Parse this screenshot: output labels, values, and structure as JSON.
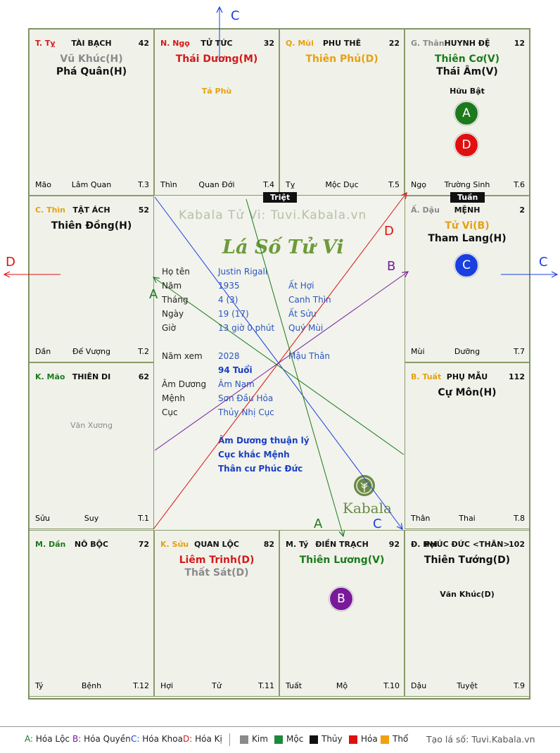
{
  "cells": {
    "ty": {
      "header": "T. Tỵ",
      "header_color": "#d21a1a",
      "palace": "TÀI BẠCH",
      "number": "42",
      "stars": [
        {
          "name": "Vũ Khúc(H)",
          "color": "#8a8a8a"
        },
        {
          "name": "Phá Quân(H)",
          "color": "#111111"
        }
      ],
      "minor": [],
      "foot_left": "Mão",
      "foot_mid": "Lâm Quan",
      "foot_right": "T.3"
    },
    "ngo": {
      "header": "N. Ngọ",
      "header_color": "#d21a1a",
      "palace": "TỬ TỨC",
      "number": "32",
      "stars": [
        {
          "name": "Thái Dương(M)",
          "color": "#d21a1a"
        }
      ],
      "minor": [
        {
          "name": "Tả Phù",
          "color": "#e8a010"
        }
      ],
      "foot_left": "Thìn",
      "foot_mid": "Quan Đới",
      "foot_right": "T.4"
    },
    "mui": {
      "header": "Q. Mùi",
      "header_color": "#e8a010",
      "palace": "PHU THÊ",
      "number": "22",
      "stars": [
        {
          "name": "Thiên Phủ(D)",
          "color": "#e8a010"
        }
      ],
      "minor": [],
      "foot_left": "Tỵ",
      "foot_mid": "Mộc Dục",
      "foot_right": "T.5"
    },
    "than": {
      "header": "G. Thân",
      "header_color": "#8a8a8a",
      "palace": "HUYNH ĐỆ",
      "number": "12",
      "stars": [
        {
          "name": "Thiên Cơ(V)",
          "color": "#1c7a1c"
        },
        {
          "name": "Thái Âm(V)",
          "color": "#111111"
        }
      ],
      "minor": [
        {
          "name": "Hữu Bật",
          "color": "#111111"
        }
      ],
      "foot_left": "Ngọ",
      "foot_mid": "Trường Sinh",
      "foot_right": "T.6"
    },
    "thin": {
      "header": "C. Thìn",
      "header_color": "#e8a010",
      "palace": "TẬT ÁCH",
      "number": "52",
      "stars": [
        {
          "name": "Thiên Đồng(H)",
          "color": "#111111"
        }
      ],
      "minor": [],
      "foot_left": "Dần",
      "foot_mid": "Đế Vượng",
      "foot_right": "T.2"
    },
    "dau": {
      "header": "Ấ. Dậu",
      "header_color": "#8a8a8a",
      "palace": "MỆNH",
      "number": "2",
      "stars": [
        {
          "name": "Tử Vi(B)",
          "color": "#e8a010"
        },
        {
          "name": "Tham Lang(H)",
          "color": "#111111"
        }
      ],
      "minor": [],
      "foot_left": "Mùi",
      "foot_mid": "Dưỡng",
      "foot_right": "T.7"
    },
    "mao": {
      "header": "K. Mão",
      "header_color": "#1c7a1c",
      "palace": "THIÊN DI",
      "number": "62",
      "stars": [],
      "minor": [
        {
          "name": "Văn Xương",
          "color": "#8a8a8a"
        }
      ],
      "foot_left": "Sửu",
      "foot_mid": "Suy",
      "foot_right": "T.1"
    },
    "tuat": {
      "header": "B. Tuất",
      "header_color": "#e8a010",
      "palace": "PHỤ MẪU",
      "number": "112",
      "stars": [
        {
          "name": "Cự Môn(H)",
          "color": "#111111"
        }
      ],
      "minor": [],
      "foot_left": "Thân",
      "foot_mid": "Thai",
      "foot_right": "T.8"
    },
    "dan": {
      "header": "M. Dần",
      "header_color": "#1c7a1c",
      "palace": "NÔ BỘC",
      "number": "72",
      "stars": [],
      "minor": [],
      "foot_left": "Tý",
      "foot_mid": "Bệnh",
      "foot_right": "T.12"
    },
    "suu": {
      "header": "K. Sửu",
      "header_color": "#e8a010",
      "palace": "QUAN LỘC",
      "number": "82",
      "stars": [
        {
          "name": "Liêm Trinh(D)",
          "color": "#d21a1a"
        },
        {
          "name": "Thất Sát(D)",
          "color": "#8a8a8a"
        }
      ],
      "minor": [],
      "foot_left": "Hợi",
      "foot_mid": "Tử",
      "foot_right": "T.11"
    },
    "tyx": {
      "header": "M. Tý",
      "header_color": "#111111",
      "palace": "ĐIỀN TRẠCH",
      "number": "92",
      "stars": [
        {
          "name": "Thiên Lương(V)",
          "color": "#1c7a1c"
        }
      ],
      "minor": [],
      "foot_left": "Tuất",
      "foot_mid": "Mộ",
      "foot_right": "T.10"
    },
    "hoi": {
      "header": "Đ. Hợi",
      "header_color": "#111111",
      "palace": "PHÚC ĐỨC <THÂN>",
      "number": "102",
      "stars": [
        {
          "name": "Thiên Tướng(D)",
          "color": "#111111"
        }
      ],
      "minor": [
        {
          "name": "Văn Khúc(D)",
          "color": "#111111"
        }
      ],
      "foot_left": "Dậu",
      "foot_mid": "Tuyệt",
      "foot_right": "T.9"
    }
  },
  "tags": {
    "triet": "Triệt",
    "tuan": "Tuần"
  },
  "center": {
    "watermark": "Kabala Tử Vi: Tuvi.Kabala.vn",
    "title": "Lá Số Tử Vi",
    "logo": "Kabala",
    "rows": [
      {
        "label": "Họ tên",
        "v1": "Justin Rigali",
        "v2": ""
      },
      {
        "label": "Năm",
        "v1": "1935",
        "v2": "Ất Hợi"
      },
      {
        "label": "Tháng",
        "v1": "4  (3)",
        "v2": "Canh Thìn"
      },
      {
        "label": "Ngày",
        "v1": "19  (17)",
        "v2": "Ất Sửu"
      },
      {
        "label": "Giờ",
        "v1": "13 giờ 0 phút",
        "v2": "Quý Mùi"
      },
      {
        "label": "Năm xem",
        "v1": "2028",
        "v2": "Mậu Thân"
      },
      {
        "label": "",
        "v1": "94 Tuổi",
        "v2": ""
      },
      {
        "label": "Âm Dương",
        "v1": "Âm Nam",
        "v2": ""
      },
      {
        "label": "Mệnh",
        "v1": "Sơn Đầu Hỏa",
        "v2": ""
      },
      {
        "label": "Cục",
        "v1": "Thủy Nhị Cục",
        "v2": ""
      }
    ],
    "notes": [
      "Âm Dương thuận lý",
      "Cục khắc Mệnh",
      "Thân cư Phúc Đức"
    ]
  },
  "markers": {
    "hoa_loc": {
      "letter": "A",
      "color": "#1c7a1c"
    },
    "hoa_ky": {
      "letter": "D",
      "color": "#e01010"
    },
    "hoa_khoa": {
      "letter": "C",
      "color": "#1a3fe0"
    },
    "hoa_quyen": {
      "letter": "B",
      "color": "#7a1a9a"
    }
  },
  "line_labels": {
    "A": "A",
    "B": "B",
    "C": "C",
    "D": "D"
  },
  "colors": {
    "A": "#1c7a1c",
    "B": "#7a1a9a",
    "C": "#1a3fe0",
    "D": "#e01010"
  },
  "legend": {
    "items": [
      {
        "key": "A:",
        "text": " Hóa Lộc",
        "color": "#1c7a1c"
      },
      {
        "key": "B:",
        "text": " Hóa Quyền",
        "color": "#7a1a9a"
      },
      {
        "key": "C:",
        "text": " Hóa Khoa",
        "color": "#1a3fe0"
      },
      {
        "key": "D:",
        "text": " Hóa Kị",
        "color": "#d21a1a"
      }
    ],
    "elements": [
      {
        "name": "Kim",
        "color": "#8a8a8a"
      },
      {
        "name": "Mộc",
        "color": "#1c8a3a"
      },
      {
        "name": "Thủy",
        "color": "#111111"
      },
      {
        "name": "Hỏa",
        "color": "#e01010"
      },
      {
        "name": "Thổ",
        "color": "#f0a010"
      }
    ],
    "credit": "Tạo lá số: Tuvi.Kabala.vn"
  }
}
